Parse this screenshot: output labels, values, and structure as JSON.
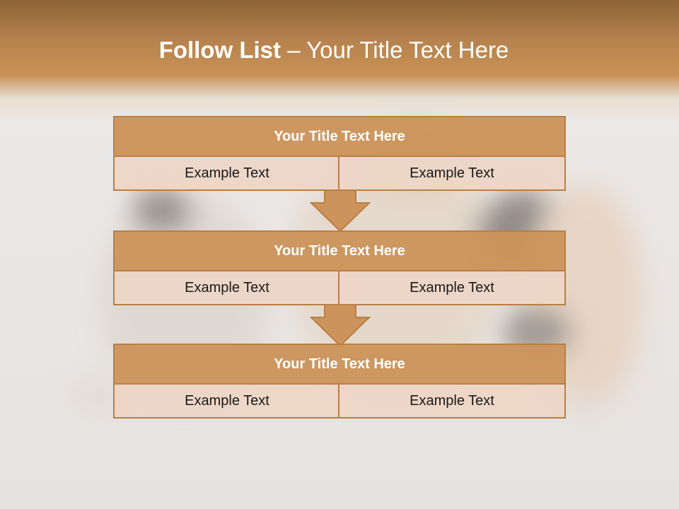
{
  "title": {
    "bold": "Follow List",
    "rest": "– Your Title Text Here"
  },
  "steps": [
    {
      "title": "Your Title Text Here",
      "left": "Example Text",
      "right": "Example Text"
    },
    {
      "title": "Your Title Text Here",
      "left": "Example Text",
      "right": "Example Text"
    },
    {
      "title": "Your Title Text Here",
      "left": "Example Text",
      "right": "Example Text"
    }
  ],
  "colors": {
    "accent": "#cc945c",
    "border": "#b97f45",
    "cell": "#ecd6c6"
  },
  "icons": [
    "down-arrow-icon",
    "down-arrow-icon"
  ]
}
